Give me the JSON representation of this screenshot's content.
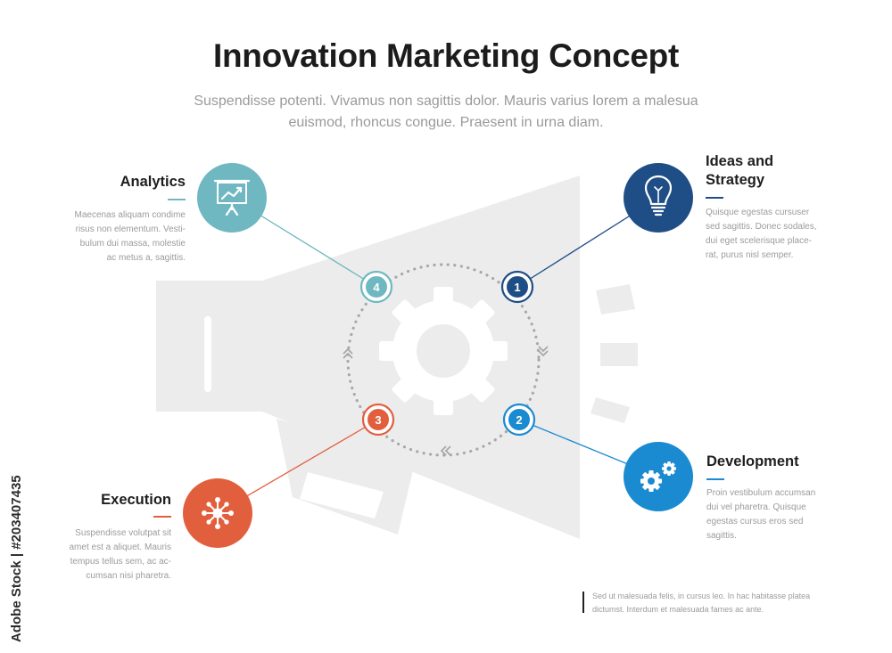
{
  "title": "Innovation Marketing Concept",
  "subtitle_lines": [
    "Suspendisse potenti. Vivamus non sagittis dolor. Mauris varius lorem a malesua",
    "euismod, rhoncus congue. Praesent in urna diam."
  ],
  "colors": {
    "analytics": "#6fb8c2",
    "ideas": "#1f4e86",
    "development": "#1a8ad1",
    "execution": "#e25f3e",
    "megaphone": "#ececec",
    "text_body": "#9b9b9b"
  },
  "items": {
    "analytics": {
      "number": "4",
      "heading_lines": [
        "Analytics"
      ],
      "body_lines": [
        "Maecenas aliquam condime",
        "risus non elementum. Vesti-",
        "bulum dui massa, molestie",
        "ac metus a, sagittis."
      ],
      "icon": "presentation-chart-icon"
    },
    "ideas": {
      "number": "1",
      "heading_lines": [
        "Ideas and",
        "Strategy"
      ],
      "body_lines": [
        "Quisque egestas cursuser",
        "sed sagittis. Donec sodales,",
        "dui eget scelerisque place-",
        "rat, purus nisl semper."
      ],
      "icon": "lightbulb-icon"
    },
    "development": {
      "number": "2",
      "heading_lines": [
        "Development"
      ],
      "body_lines": [
        "Proin vestibulum accumsan",
        "dui vel pharetra. Quisque",
        "egestas cursus eros sed",
        "sagittis."
      ],
      "icon": "gears-icon"
    },
    "execution": {
      "number": "3",
      "heading_lines": [
        "Execution"
      ],
      "body_lines": [
        "Suspendisse volutpat sit",
        "amet est a aliquet. Mauris",
        "tempus tellus sem, ac ac-",
        "cumsan nisi pharetra."
      ],
      "icon": "network-hub-icon"
    }
  },
  "footnote_lines": [
    "Sed ut malesuada felis, in cursus leo. In hac habitasse platea",
    "dictumst. Interdum et malesuada fames ac ante."
  ],
  "side_watermark": "Adobe Stock | #203407435"
}
